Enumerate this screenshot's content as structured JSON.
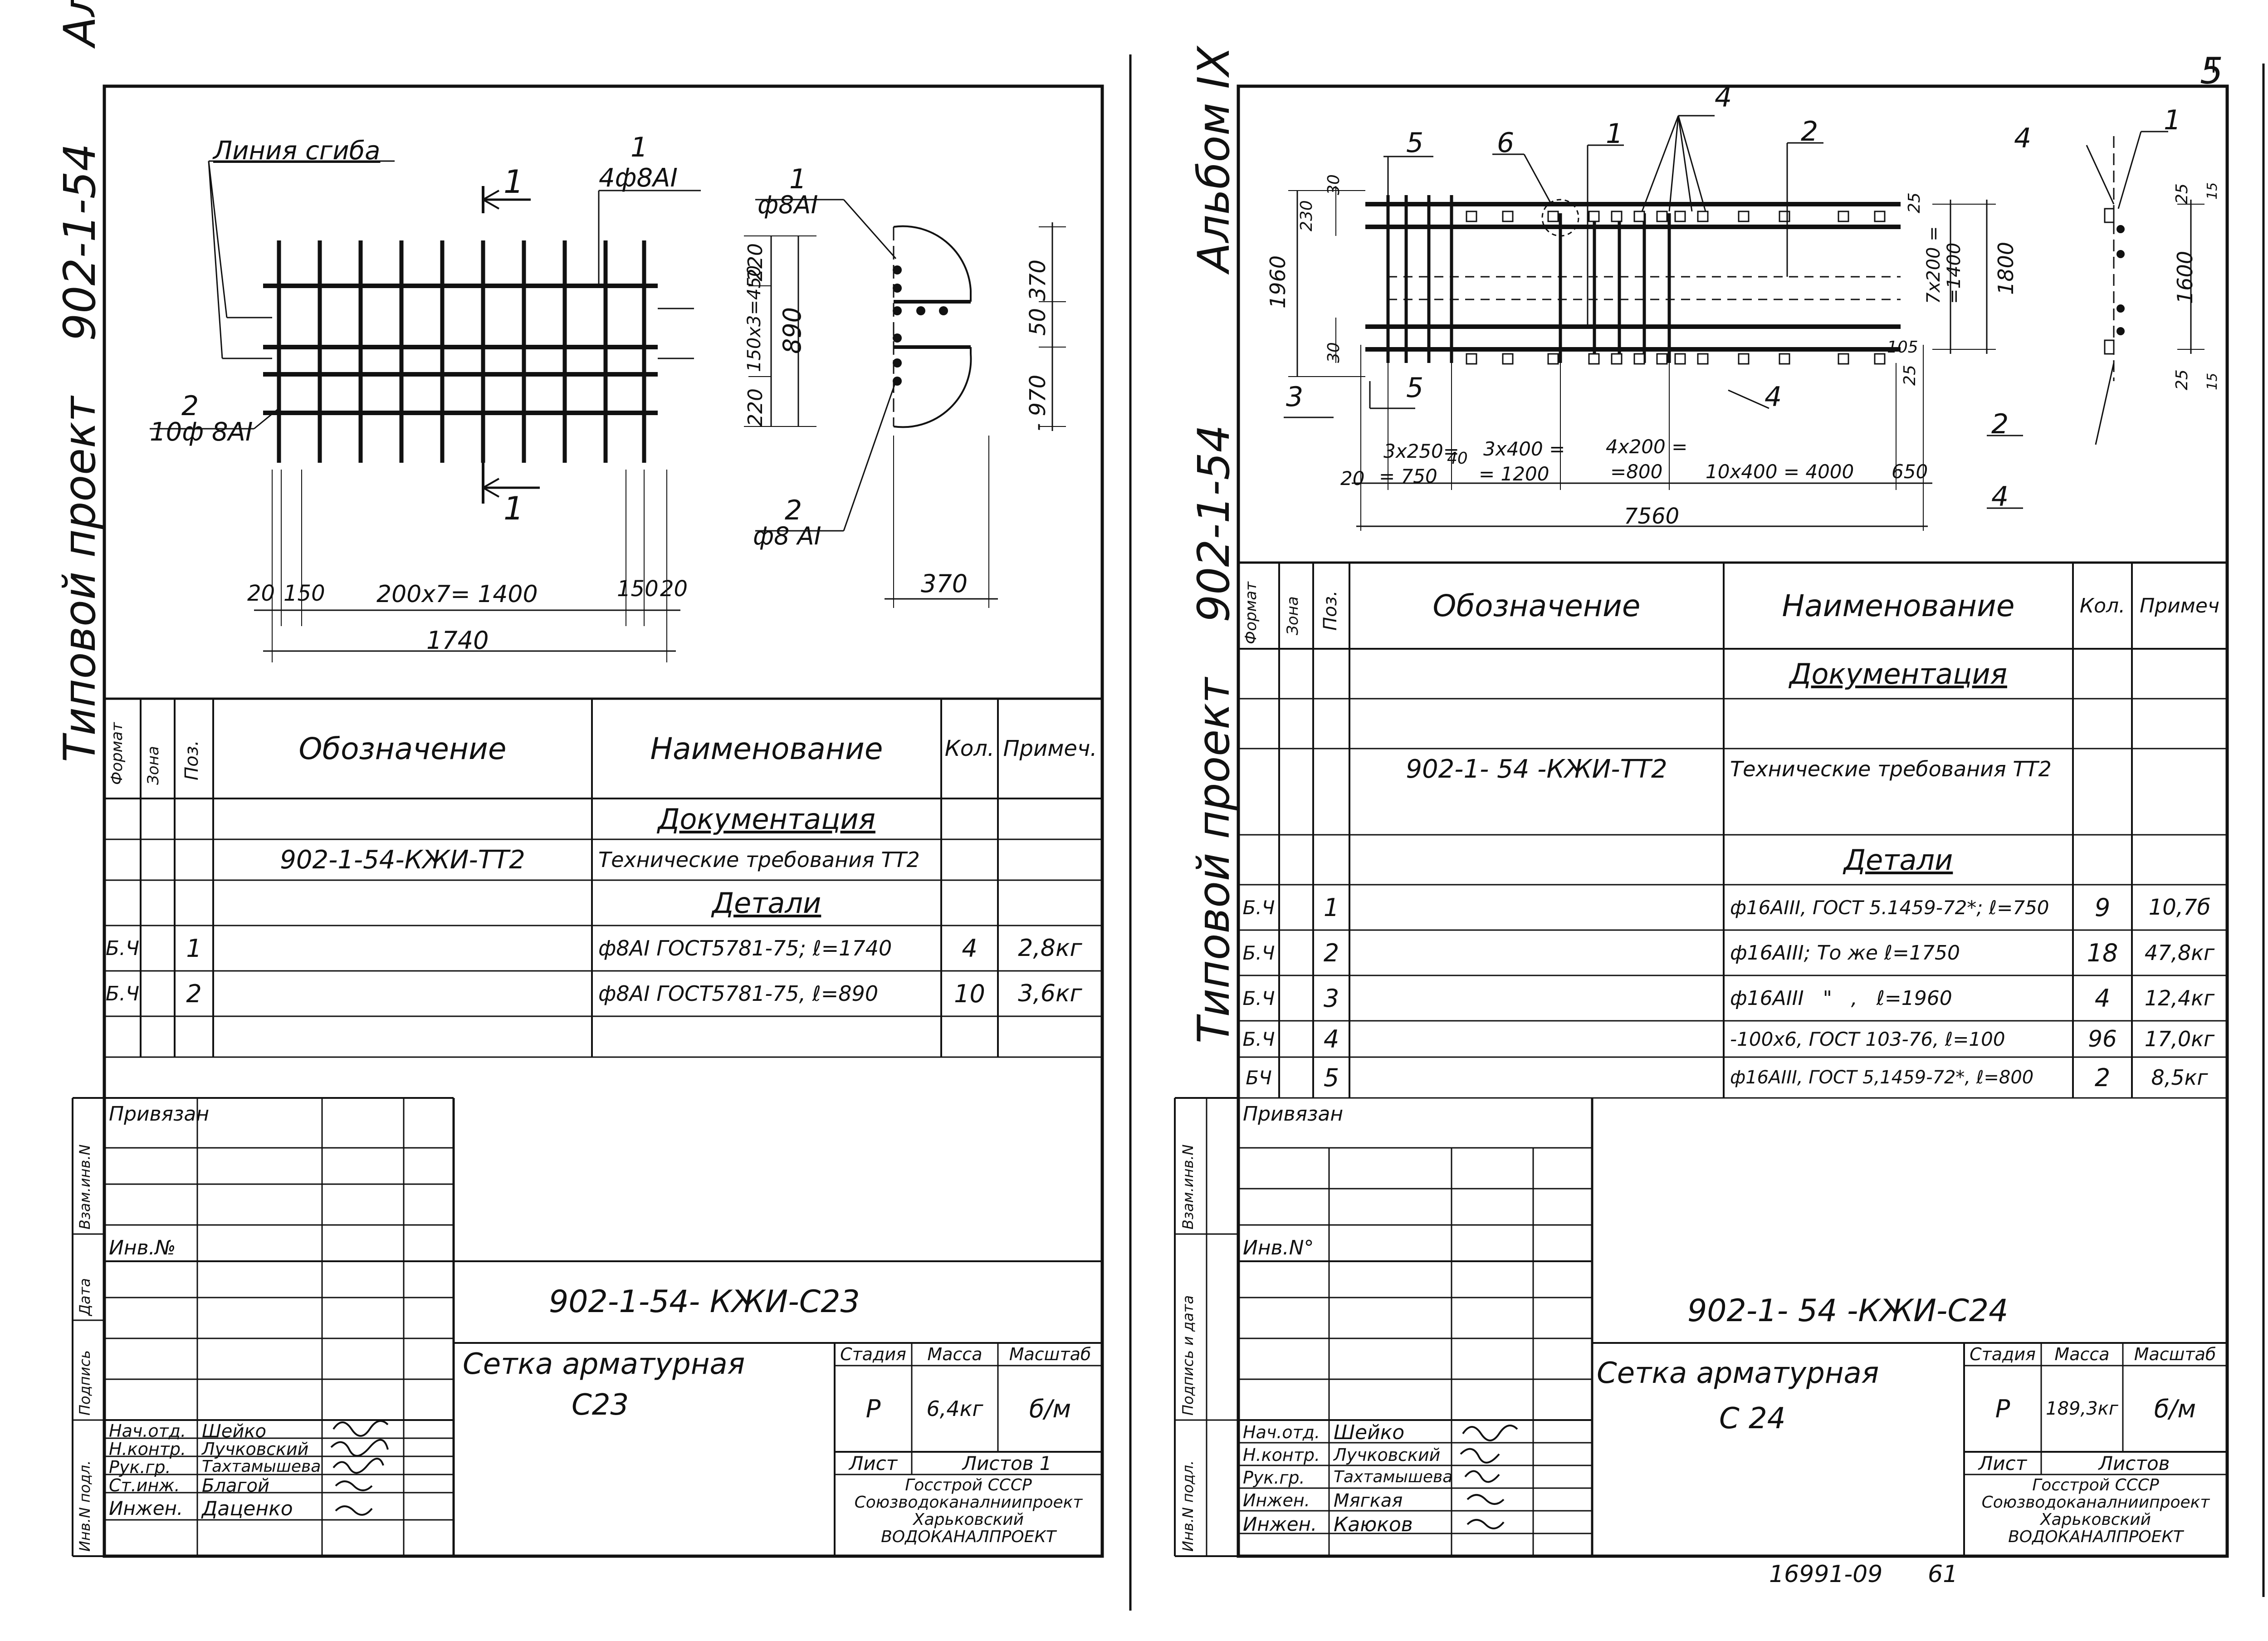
{
  "page_number": "5",
  "footer_code": "16991-09",
  "footer_num": "61",
  "sheet_left": {
    "side_album": "Альбом IX",
    "side_series": "902-1-54",
    "side_project": "Типовой проект",
    "drawing": {
      "cut_line": "Линия сгиба",
      "pos1": "1",
      "rebar1": "4ф8AI",
      "pos2": "2",
      "rebar2": "10ф 8AI",
      "section_mark": "1",
      "detail_top_pos": "1",
      "detail_top_rebar": "ф8AI",
      "detail_bot_pos": "2",
      "detail_bot_rebar": "ф8 AI",
      "dim_20_a": "20",
      "dim_150_a": "150",
      "dim_mid": "200x7= 1400",
      "dim_150_b": "150",
      "dim_20_b": "20",
      "dim_total": "1740",
      "dim_220_top": "220",
      "dim_150x3": "150x3=450",
      "dim_220_bot": "220",
      "dim_890": "890",
      "dim_50_370": "50 370",
      "dim_970": "- 970",
      "dim_370": "370"
    },
    "table": {
      "h_format": "Формат",
      "h_zone": "Зона",
      "h_pos": "Поз.",
      "h_designation": "Обозначение",
      "h_name": "Наименование",
      "h_qty": "Кол.",
      "h_note": "Примеч.",
      "sec_docs": "Документация",
      "doc_code": "902-1-54-КЖИ-ТТ2",
      "doc_name": "Технические требования ТТ2",
      "sec_details": "Детали",
      "rows": [
        {
          "format": "Б.Ч",
          "pos": "1",
          "name": "ф8AI ГОСТ5781-75; ℓ=1740",
          "qty": "4",
          "note": "2,8кг"
        },
        {
          "format": "Б.Ч",
          "pos": "2",
          "name": "ф8AI ГОСТ5781-75, ℓ=890",
          "qty": "10",
          "note": "3,6кг"
        }
      ]
    },
    "side_stamp": [
      "Инв.N подл.",
      "Подпись",
      "Дата",
      "Взам.инв.N"
    ],
    "privyazan": "Привязан",
    "inv": "Инв.№",
    "code": "902-1-54- КЖИ-С23",
    "title1": "Сетка арматурная",
    "title2": "С23",
    "stage_h": "Стадия",
    "mass_h": "Масса",
    "scale_h": "Масштаб",
    "stage": "Р",
    "mass": "6,4кг",
    "scale": "б/м",
    "sheet_h": "Лист",
    "sheets_h": "Листов 1",
    "org": [
      "Госстрой СССР",
      "Союзводоканалниипроект",
      "Харьковский",
      "ВОДОКАНАЛПРОЕКТ"
    ],
    "signs": [
      {
        "role": "Нач.отд.",
        "name": "Шейко"
      },
      {
        "role": "Н.контр.",
        "name": "Лучковский"
      },
      {
        "role": "Рук.гр.",
        "name": "Тахтамышева"
      },
      {
        "role": "Ст.инж.",
        "name": "Благой"
      },
      {
        "role": "Инжен.",
        "name": "Даценко"
      }
    ]
  },
  "sheet_right": {
    "side_album": "Альбом IX",
    "side_series": "902-1-54",
    "side_project": "Типовой проект",
    "drawing": {
      "p5": "5",
      "p6": "6",
      "p1": "1",
      "p4": "4",
      "p2": "2",
      "p4b": "4",
      "p1r": "1",
      "p3": "3",
      "p5b": "5",
      "p4c": "4",
      "p2b": "2",
      "p4d": "4",
      "d1960": "1960",
      "d230": "230",
      "d30a": "30",
      "d30b": "30",
      "d3x250": "3x250=",
      "d750": "= 750",
      "d40": "40",
      "d20": "20",
      "d3x400": "3x400 =",
      "d1200": "= 1200",
      "d4x200": "4x200 =",
      "d800": "=800",
      "d10x400": "10x400 = 4000",
      "d650": "650",
      "d7560": "7560",
      "d25a": "25",
      "d7x200": "7x200 =",
      "d1400": "=1400",
      "d1800": "1800",
      "d105": "105",
      "d25b": "25",
      "d25c": "25",
      "d1600": "1600",
      "d25d": "25",
      "d15a": "15",
      "d15b": "15"
    },
    "table": {
      "h_format": "Формат",
      "h_zone": "Зона",
      "h_pos": "Поз.",
      "h_designation": "Обозначение",
      "h_name": "Наименование",
      "h_qty": "Кол.",
      "h_note": "Примеч",
      "sec_docs": "Документация",
      "doc_code": "902-1- 54 -КЖИ-ТТ2",
      "doc_name": "Технические требования ТТ2",
      "sec_details": "Детали",
      "rows": [
        {
          "format": "Б.Ч",
          "pos": "1",
          "name": "ф16AIII, ГОСТ 5.1459-72*; ℓ=750",
          "qty": "9",
          "note": "10,7б"
        },
        {
          "format": "Б.Ч",
          "pos": "2",
          "name": "ф16AIII; То же   ℓ=1750",
          "qty": "18",
          "note": "47,8кг"
        },
        {
          "format": "Б.Ч",
          "pos": "3",
          "name": "ф16AIII   \"   ,   ℓ=1960",
          "qty": "4",
          "note": "12,4кг"
        },
        {
          "format": "Б.Ч",
          "pos": "4",
          "name": "-100x6, ГОСТ 103-76, ℓ=100",
          "qty": "96",
          "note": "17,0кг"
        },
        {
          "format": "БЧ",
          "pos": "5",
          "name": "ф16AIII, ГОСТ 5,1459-72*, ℓ=800",
          "qty": "2",
          "note": "8,5кг"
        }
      ]
    },
    "side_stamp": [
      "Инв.N подл.",
      "Подпись и дата",
      "Взам.инв.N"
    ],
    "privyazan": "Привязан",
    "inv": "Инв.N°",
    "code": "902-1- 54 -КЖИ-С24",
    "title1": "Сетка арматурная",
    "title2": "С 24",
    "stage_h": "Стадия",
    "mass_h": "Масса",
    "scale_h": "Масштаб",
    "stage": "Р",
    "mass": "189,3кг",
    "scale": "б/м",
    "sheet_h": "Лист",
    "sheets_h": "Листов",
    "org": [
      "Госстрой СССР",
      "Союзводоканалниипроект",
      "Харьковский",
      "ВОДОКАНАЛПРОЕКТ"
    ],
    "signs": [
      {
        "role": "Нач.отд.",
        "name": "Шейко"
      },
      {
        "role": "Н.контр.",
        "name": "Лучковский"
      },
      {
        "role": "Рук.гр.",
        "name": "Тахтамышева"
      },
      {
        "role": "Инжен.",
        "name": "Мягкая"
      },
      {
        "role": "Инжен.",
        "name": "Каюков"
      }
    ]
  }
}
